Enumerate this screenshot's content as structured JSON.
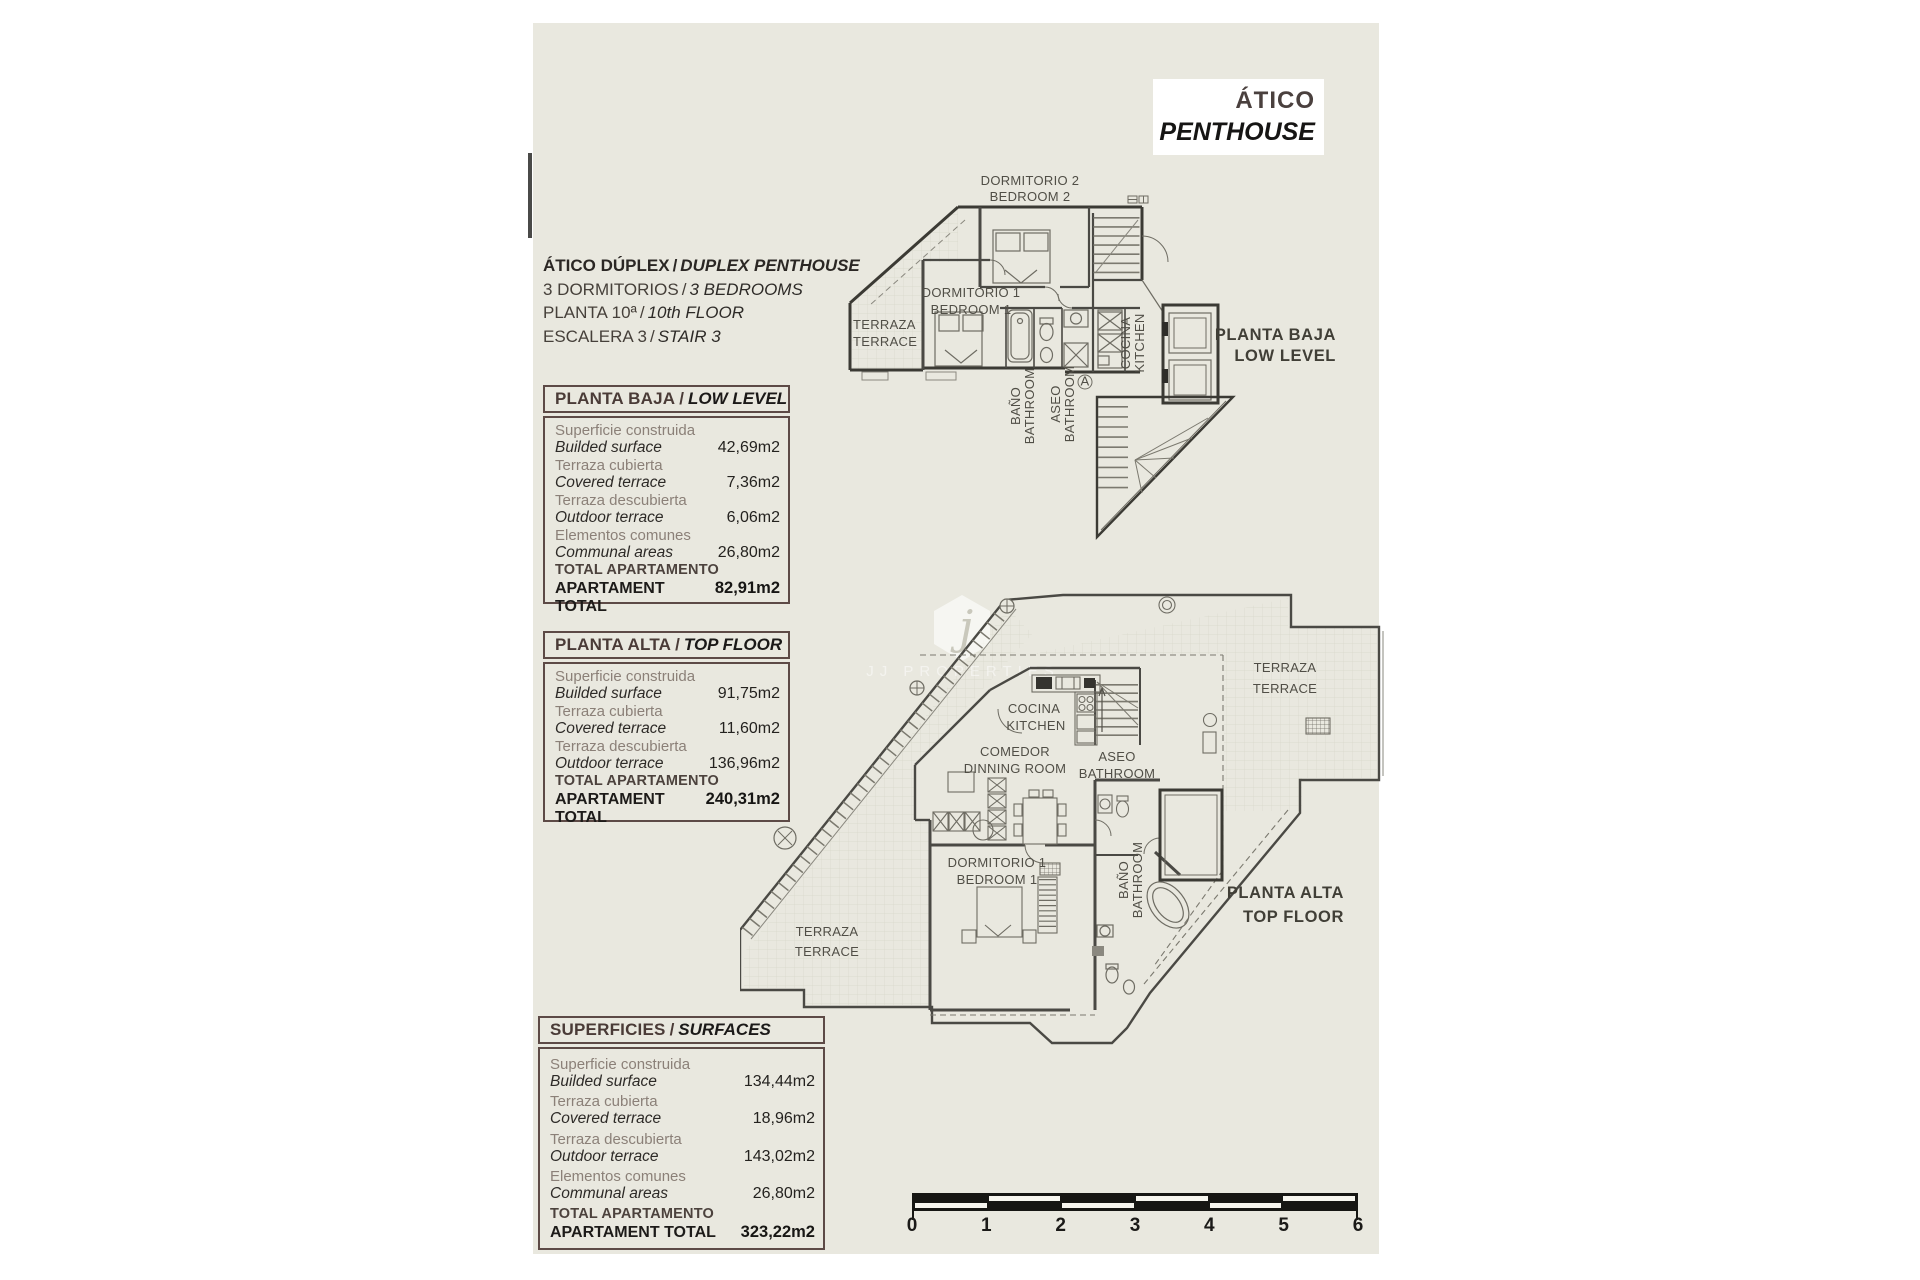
{
  "colors": {
    "paper": "#e9e8df",
    "table_border": "#5d4a46",
    "ink": "#2d2a27",
    "plan_line": "#6e6c63"
  },
  "title_box": {
    "es": "ÁTICO",
    "en": "PENTHOUSE"
  },
  "info": {
    "sep": "/",
    "lines": [
      {
        "es": "ÁTICO DÚPLEX",
        "en": "DUPLEX PENTHOUSE"
      },
      {
        "es": "3 DORMITORIOS",
        "en": "3 BEDROOMS"
      },
      {
        "es": "PLANTA 10ª",
        "en": "10th FLOOR"
      },
      {
        "es": "ESCALERA 3",
        "en": "STAIR 3"
      }
    ]
  },
  "tables": [
    {
      "header": {
        "es": "PLANTA BAJA",
        "en": "LOW LEVEL"
      },
      "rows": [
        {
          "label_es": "Superficie construida",
          "label_en": "Builded surface",
          "value": "42,69m2"
        },
        {
          "label_es": "Terraza cubierta",
          "label_en": "Covered terrace",
          "value": "7,36m2"
        },
        {
          "label_es": "Terraza descubierta",
          "label_en": "Outdoor terrace",
          "value": "6,06m2"
        },
        {
          "label_es": "Elementos comunes",
          "label_en": "Communal areas",
          "value": "26,80m2"
        }
      ],
      "total": {
        "label_es": "TOTAL APARTAMENTO",
        "label_en": "APARTAMENT TOTAL",
        "value": "82,91m2"
      }
    },
    {
      "header": {
        "es": "PLANTA ALTA",
        "en": "TOP FLOOR"
      },
      "rows": [
        {
          "label_es": "Superficie construida",
          "label_en": "Builded surface",
          "value": "91,75m2"
        },
        {
          "label_es": "Terraza cubierta",
          "label_en": "Covered terrace",
          "value": "11,60m2"
        },
        {
          "label_es": "Terraza descubierta",
          "label_en": "Outdoor terrace",
          "value": "136,96m2"
        }
      ],
      "total": {
        "label_es": "TOTAL APARTAMENTO",
        "label_en": "APARTAMENT TOTAL",
        "value": "240,31m2"
      }
    },
    {
      "header": {
        "es": "SUPERFICIES",
        "en": "SURFACES"
      },
      "rows": [
        {
          "label_es": "Superficie construida",
          "label_en": "Builded surface",
          "value": "134,44m2"
        },
        {
          "label_es": "Terraza cubierta",
          "label_en": "Covered terrace",
          "value": "18,96m2"
        },
        {
          "label_es": "Terraza descubierta",
          "label_en": "Outdoor terrace",
          "value": "143,02m2"
        },
        {
          "label_es": "Elementos comunes",
          "label_en": "Communal areas",
          "value": "26,80m2"
        }
      ],
      "total": {
        "label_es": "TOTAL APARTAMENTO",
        "label_en": "APARTAMENT TOTAL",
        "value": "323,22m2"
      }
    }
  ],
  "plans": {
    "upper": {
      "caption": {
        "es": "PLANTA BAJA",
        "en": "LOW LEVEL"
      },
      "rooms": {
        "bedroom2": {
          "es": "DORMITORIO 2",
          "en": "BEDROOM 2"
        },
        "bedroom1": {
          "es": "DORMITORIO 1",
          "en": "BEDROOM 1"
        },
        "terrace": {
          "es": "TERRAZA",
          "en": "TERRACE"
        },
        "kitchen": {
          "es": "COCINA",
          "en": "KITCHEN"
        },
        "bath": {
          "es": "BAÑO",
          "en": "BATHROOM"
        },
        "aseo": {
          "es": "ASEO",
          "en": "BATHROOM"
        }
      }
    },
    "lower": {
      "caption": {
        "es": "PLANTA ALTA",
        "en": "TOP FLOOR"
      },
      "rooms": {
        "terrace_top": {
          "es": "TERRAZA",
          "en": "TERRACE"
        },
        "kitchen": {
          "es": "COCINA",
          "en": "KITCHEN"
        },
        "dining": {
          "es": "COMEDOR",
          "en": "DINNING ROOM"
        },
        "aseo": {
          "es": "ASEO",
          "en": "BATHROOM"
        },
        "bedroom1": {
          "es": "DORMITORIO 1",
          "en": "BEDROOM 1"
        },
        "bath": {
          "es": "BAÑO",
          "en": "BATHROOM"
        },
        "terrace_bottom": {
          "es": "TERRAZA",
          "en": "TERRACE"
        }
      }
    }
  },
  "watermark": {
    "letter": "j",
    "name": "JJ PROPERTIES"
  },
  "scale": {
    "labels": [
      "0",
      "1",
      "2",
      "3",
      "4",
      "5",
      "6"
    ]
  }
}
